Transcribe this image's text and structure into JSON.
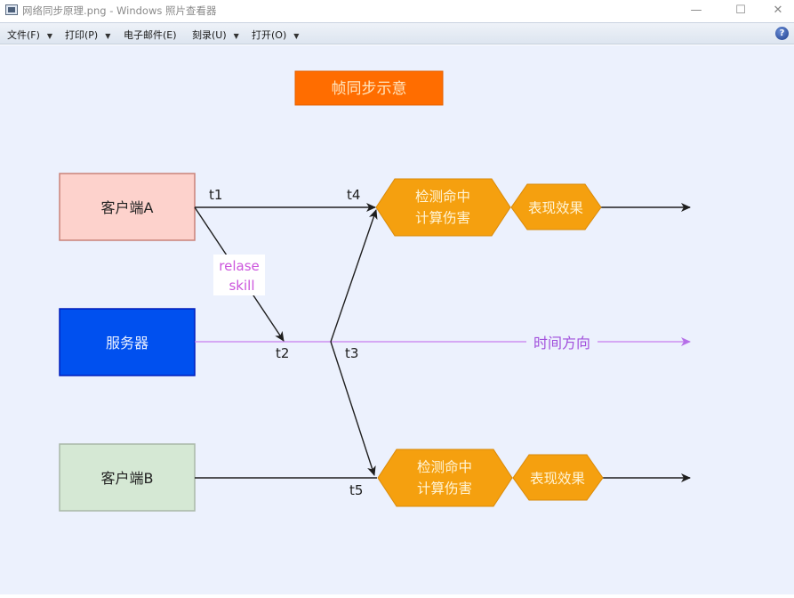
{
  "window": {
    "title": "网络同步原理.png - Windows 照片查看器",
    "controls": {
      "minimize": "—",
      "maximize": "☐",
      "close": "✕"
    }
  },
  "menu": {
    "items": [
      {
        "label": "文件(F)",
        "has_dropdown": true
      },
      {
        "label": "打印(P)",
        "has_dropdown": true
      },
      {
        "label": "电子邮件(E)",
        "has_dropdown": false
      },
      {
        "label": "刻录(U)",
        "has_dropdown": true
      },
      {
        "label": "打开(O)",
        "has_dropdown": true
      }
    ],
    "caret": "▼",
    "help": "?"
  },
  "diagram": {
    "title": "帧同步示意",
    "nodes": {
      "client_a": "客户端A",
      "server": "服务器",
      "client_b": "客户端B"
    },
    "hexagons": {
      "detect_a_line1": "检测命中",
      "detect_a_line2": "计算伤害",
      "effect_a": "表现效果",
      "detect_b_line1": "检测命中",
      "detect_b_line2": "计算伤害",
      "effect_b": "表现效果"
    },
    "time_labels": {
      "t1": "t1",
      "t2": "t2",
      "t3": "t3",
      "t4": "t4",
      "t5": "t5"
    },
    "edge_label_line1": "relase",
    "edge_label_line2": "skill",
    "time_axis_label": "时间方向",
    "colors": {
      "background": "#ecf1fd",
      "title_fill": "#ff6d00",
      "client_a_fill": "#fdd2cc",
      "client_a_stroke": "#c9837a",
      "server_fill": "#0050ef",
      "server_stroke": "#001dbc",
      "client_b_fill": "#d5e8d4",
      "client_b_stroke": "#a9b8a8",
      "hexagon_fill": "#f5a00f",
      "hexagon_stroke": "#d98a0a",
      "arrow": "#1e1e1e",
      "time_axis": "#c77cf0",
      "edge_label": "#cc55dd"
    }
  }
}
